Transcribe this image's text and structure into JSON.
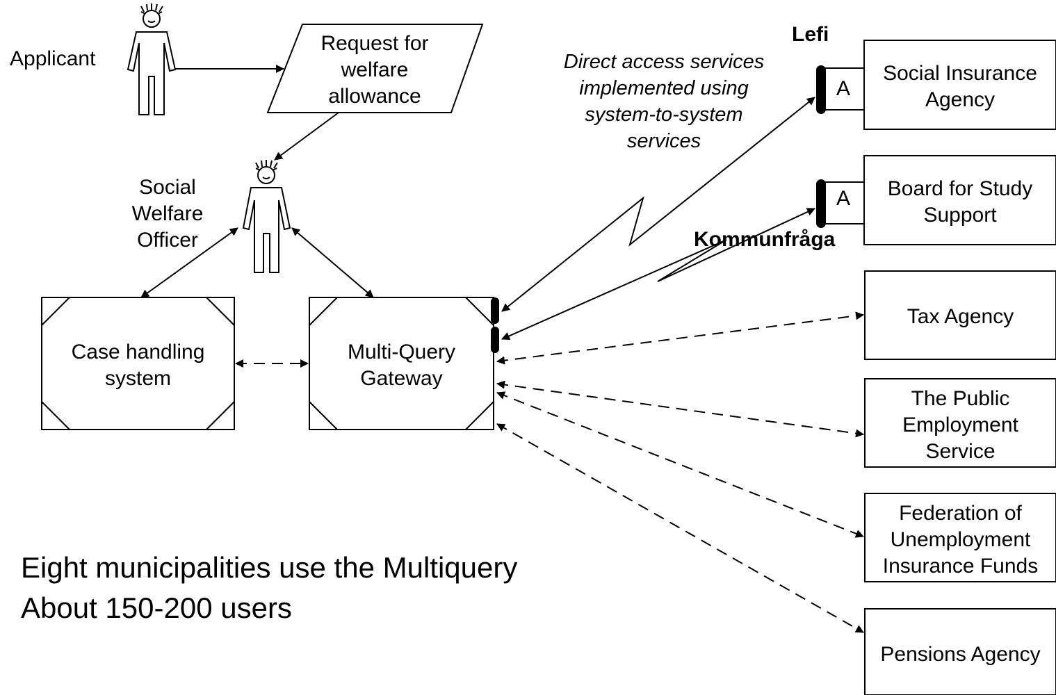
{
  "actors": {
    "applicant": "Applicant",
    "officer": "Social\nWelfare\nOfficer"
  },
  "request": "Request for\nwelfare\nallowance",
  "systems": {
    "case_handling": "Case handling\nsystem",
    "gateway": "Multi-Query\nGateway"
  },
  "agencies": {
    "social_insurance": "Social Insurance\nAgency",
    "study_support": "Board for Study\nSupport",
    "tax": "Tax Agency",
    "employment": "The Public\nEmployment\nService",
    "unemployment": "Federation of\nUnemployment\nInsurance Funds",
    "pensions": "Pensions Agency"
  },
  "adapter_label": "A",
  "services": {
    "lefi": "Lefi",
    "kommunfraga": "Kommunfråga"
  },
  "note": "Direct access services\nimplemented using\nsystem-to-system\nservices",
  "footer": {
    "line1": "Eight municipalities use the Multiquery",
    "line2": "About 150-200 users"
  }
}
